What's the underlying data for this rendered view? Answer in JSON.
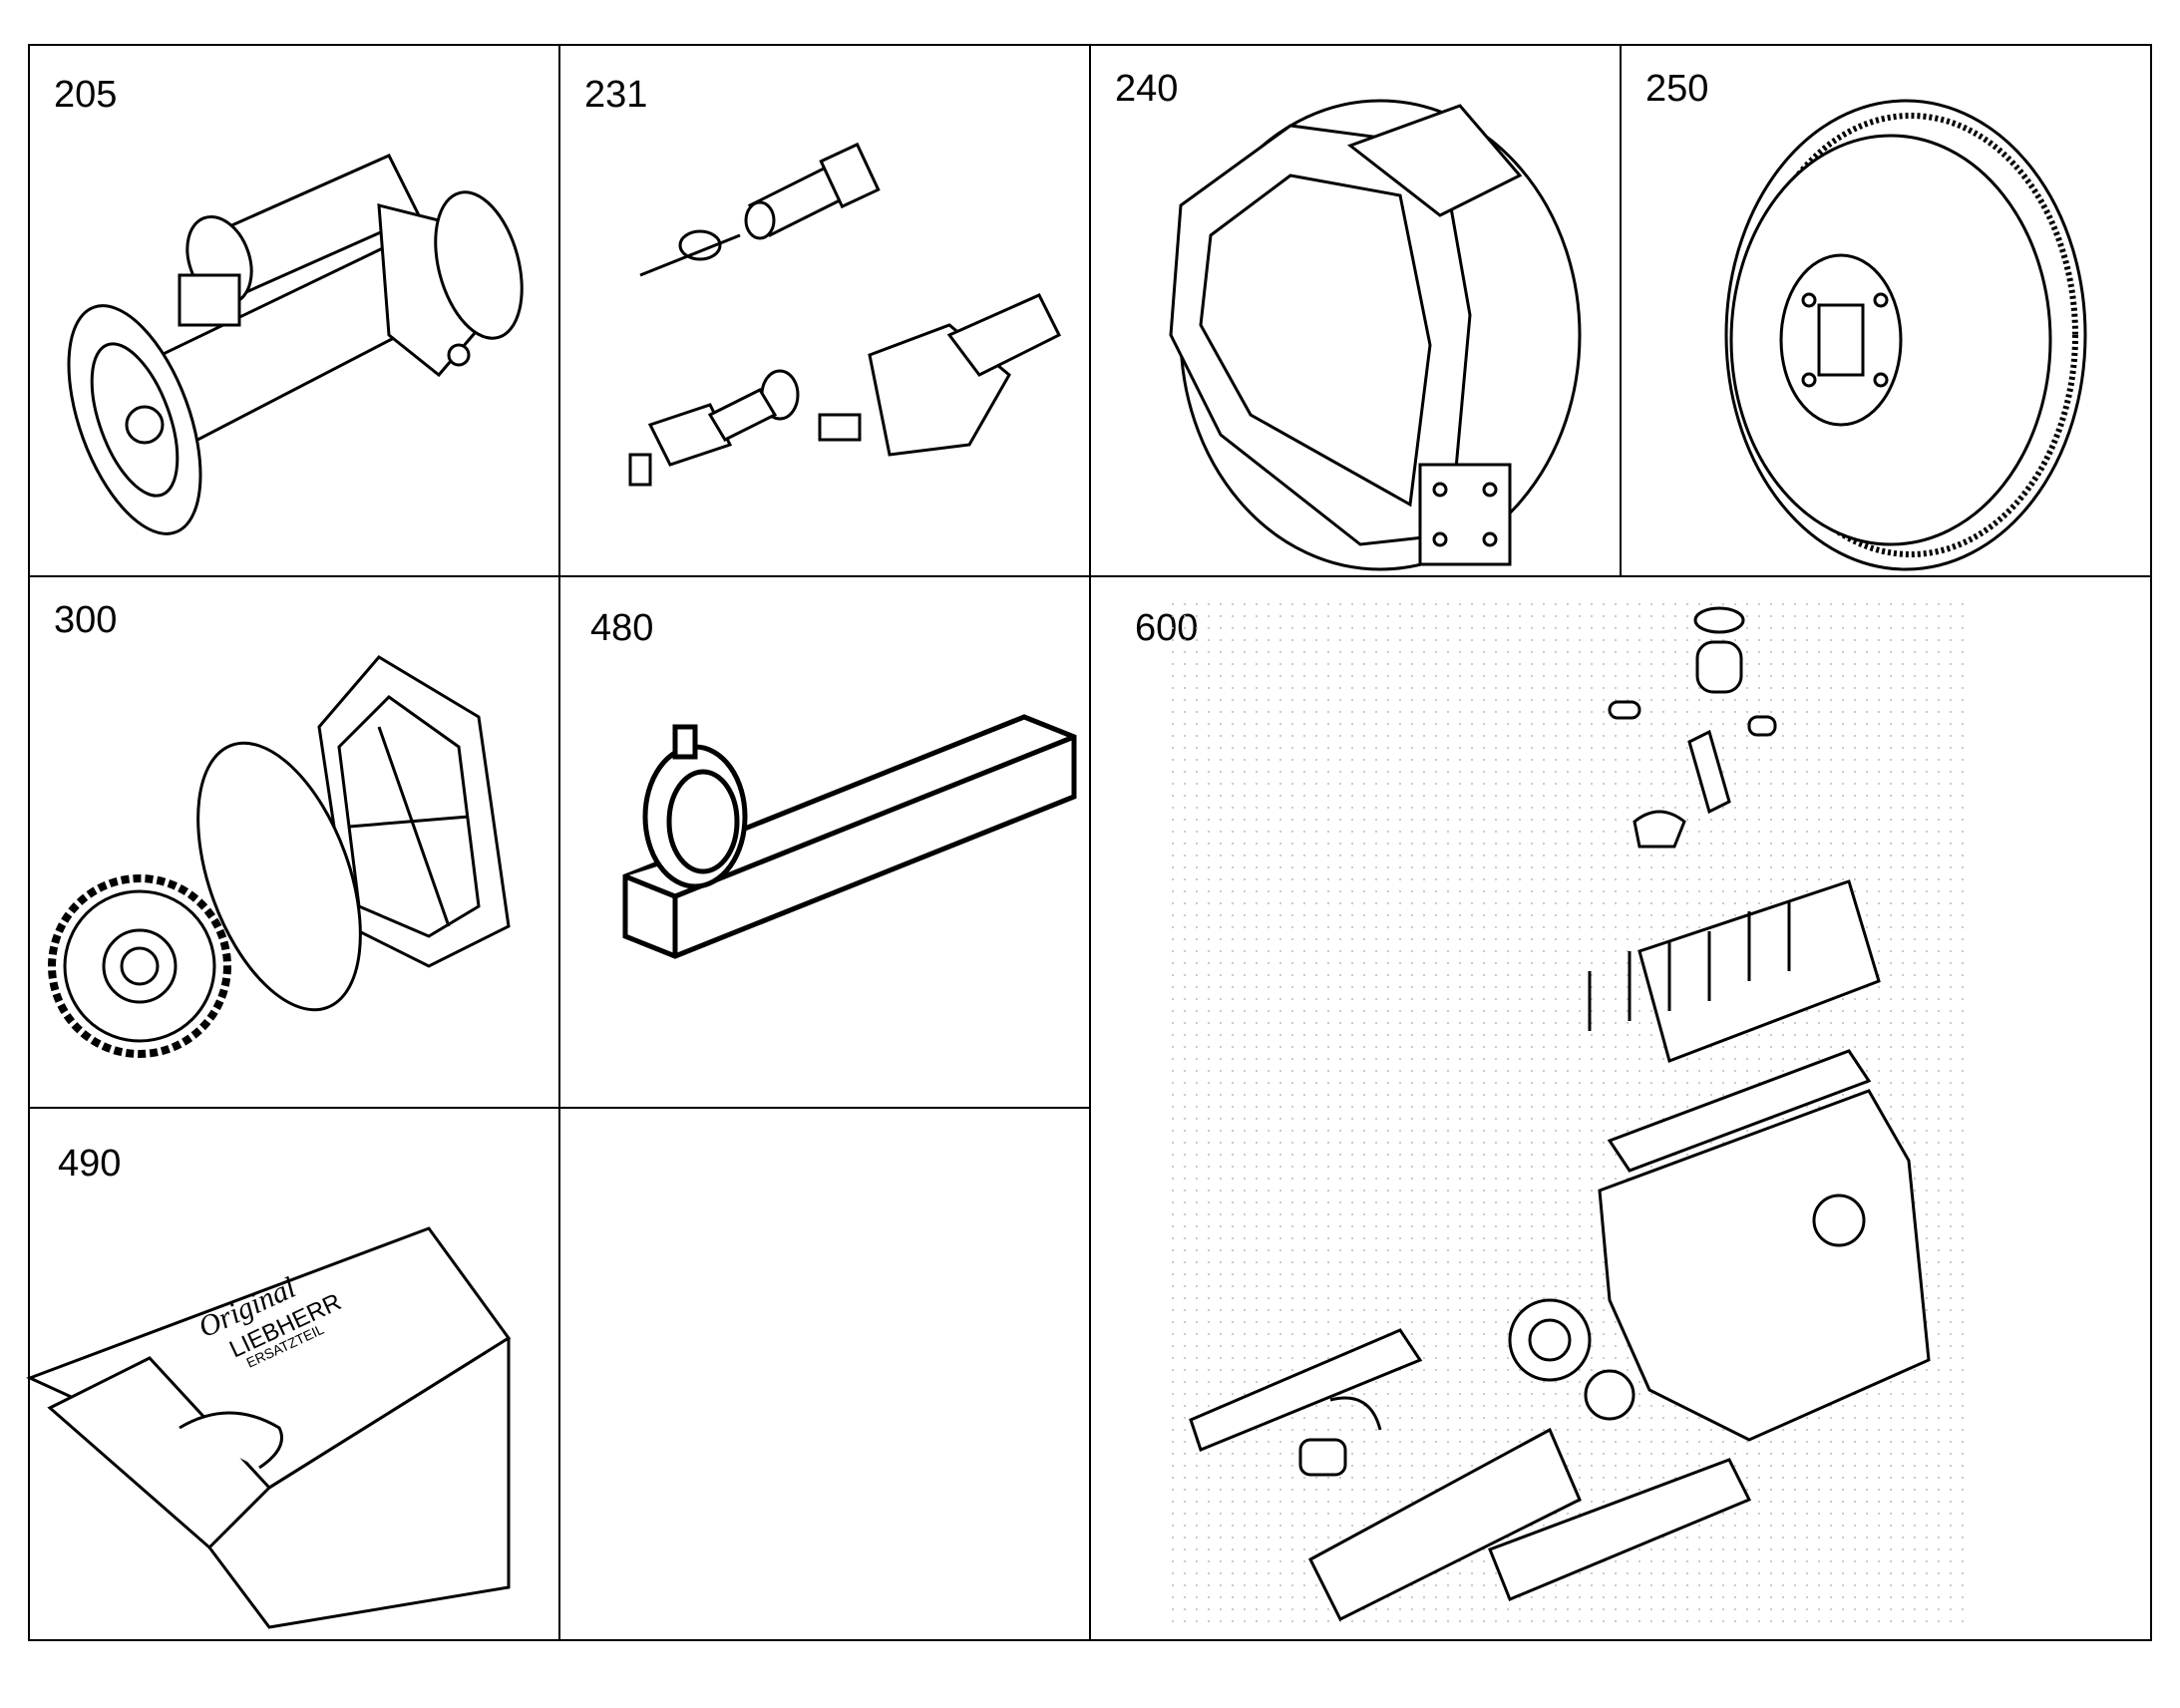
{
  "sheet": {
    "panels": [
      {
        "id": "205",
        "label": "205",
        "part_icon": "starter-motor-icon"
      },
      {
        "id": "231",
        "label": "231",
        "part_icon": "sensor-kit-icon"
      },
      {
        "id": "240",
        "label": "240",
        "part_icon": "flywheel-housing-icon"
      },
      {
        "id": "250",
        "label": "250",
        "part_icon": "flywheel-icon"
      },
      {
        "id": "300",
        "label": "300",
        "part_icon": "gear-gasket-cover-icon"
      },
      {
        "id": "480",
        "label": "480",
        "part_icon": "oil-filter-bracket-icon"
      },
      {
        "id": "490",
        "label": "490",
        "part_icon": "spare-parts-box-icon"
      },
      {
        "id": "500",
        "label": "",
        "part_icon": ""
      },
      {
        "id": "600",
        "label": "600",
        "part_icon": "engine-exploded-view-icon"
      }
    ],
    "box_text": {
      "line1": "Original",
      "line2": "LIEBHERR",
      "line3": "ERSATZTEIL"
    }
  }
}
